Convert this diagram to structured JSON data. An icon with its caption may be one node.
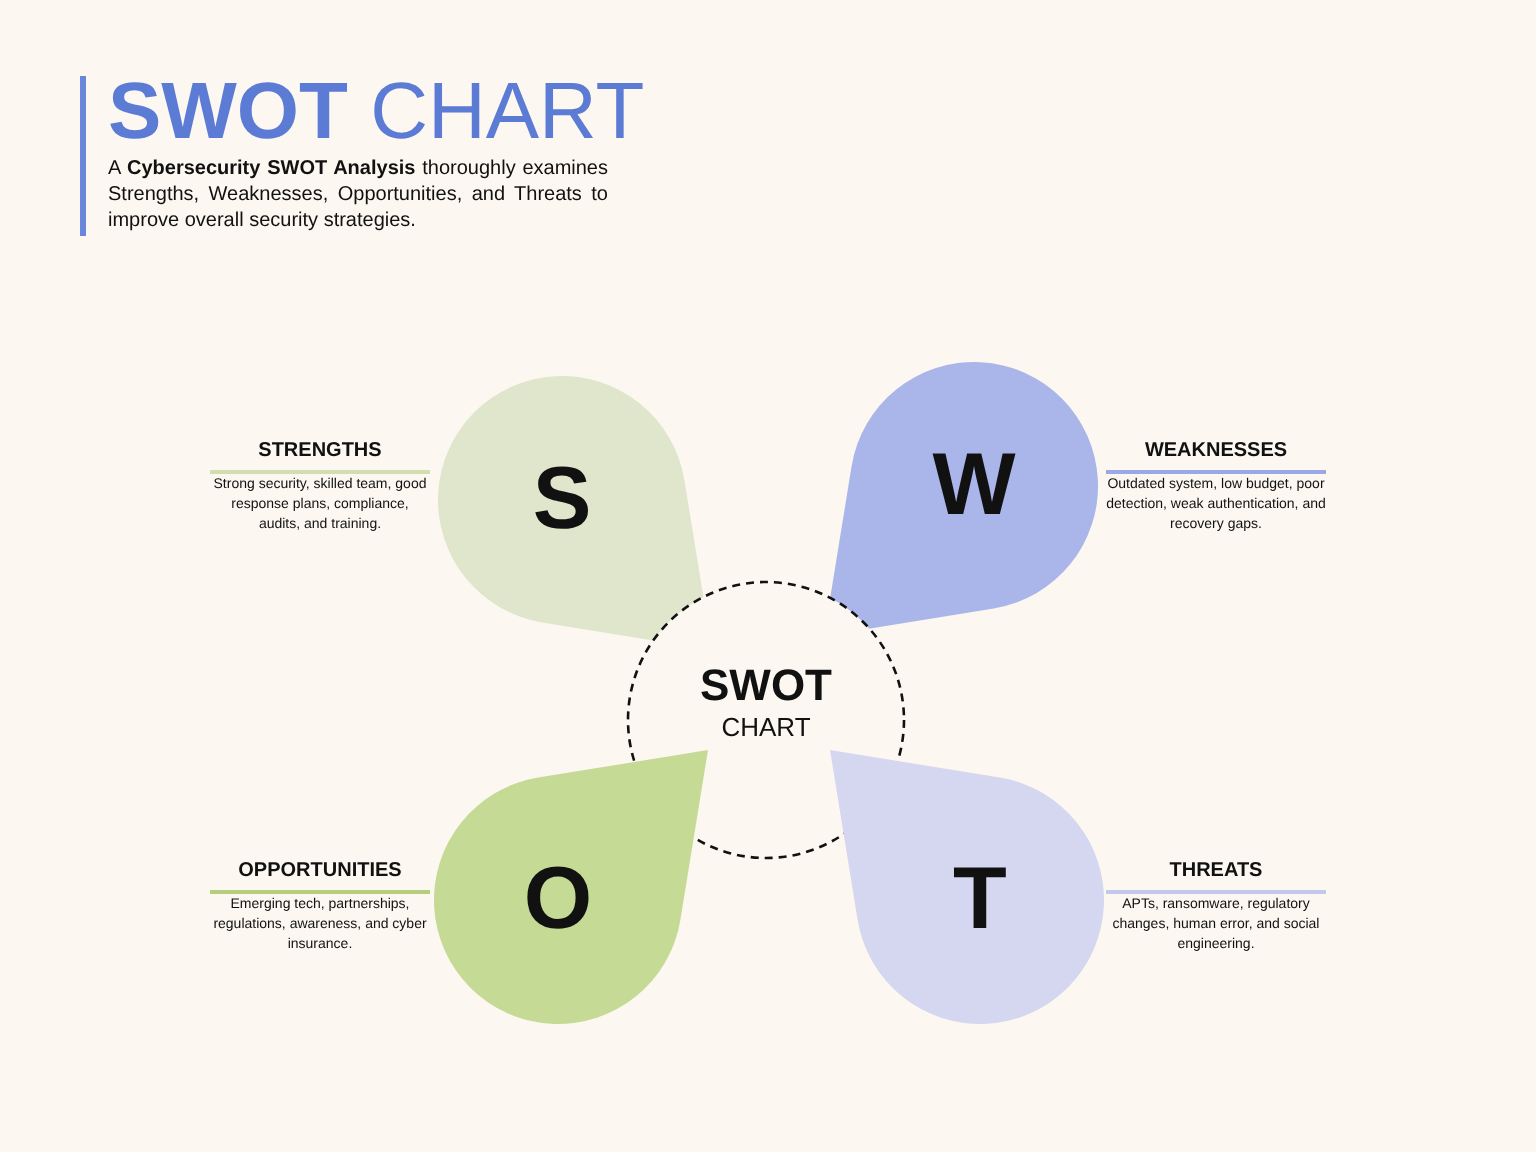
{
  "diagram": {
    "title": "**SWOT** CHART",
    "nodes": [
      {
        "text": [
          "S"
        ],
        "beside": [
          "STRENGTHS",
          "Strong security, skilled team, good response plans, compliance, audits, and training."
        ]
      },
      {
        "text": [
          "W"
        ],
        "beside": [
          "WEAKNESSES",
          "Outdated system, low budget, poor detection, weak authentication, and recovery gaps."
        ]
      },
      {
        "text": [
          "SWOT",
          "CHART"
        ]
      },
      {
        "text": [
          "O"
        ],
        "beside": [
          "OPPORTUNITIES",
          "Emerging tech, partnerships, regulations, awareness, and cyber insurance."
        ]
      },
      {
        "text": [
          "T"
        ],
        "beside": [
          "THREATS",
          "APTs, ransomware, regulatory changes, human error, and social engineering."
        ]
      }
    ],
    "labels": [
      "A **Cybersecurity SWOT Analysis** thoroughly examines Strengths, Weaknesses, Opportunities, and Threats to improve overall security strategies."
    ]
  }
}
